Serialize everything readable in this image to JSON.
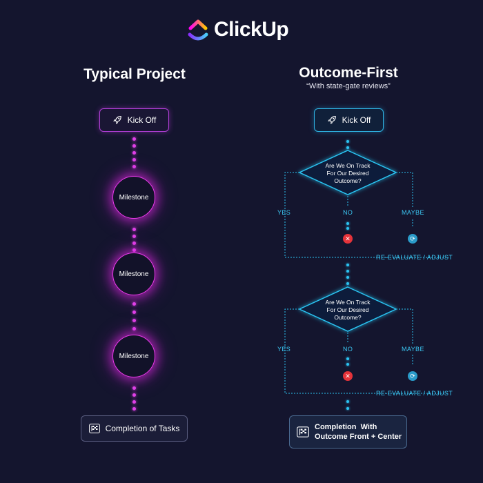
{
  "brand": {
    "name": "ClickUp"
  },
  "left": {
    "title": "Typical Project",
    "kickoff": "Kick Off",
    "milestones": [
      "Milestone",
      "Milestone",
      "Milestone"
    ],
    "end": "Completion of Tasks"
  },
  "right": {
    "title": "Outcome-First",
    "subtitle": "“With state-gate reviews”",
    "kickoff": "Kick Off",
    "gates": [
      {
        "question_lines": [
          "Are We On Track",
          "For Our Desired",
          "Outcome?"
        ],
        "yes": "YES",
        "no": "NO",
        "maybe": "MAYBE",
        "loop": "RE-EVALUATE / ADJUST"
      },
      {
        "question_lines": [
          "Are We On Track",
          "For Our Desired",
          "Outcome?"
        ],
        "yes": "YES",
        "no": "NO",
        "maybe": "MAYBE",
        "loop": "RE-EVALUATE / ADJUST"
      }
    ],
    "end_lines": [
      "Completion  With",
      "Outcome Front + Center"
    ]
  },
  "colors": {
    "background": "#14152e",
    "pink": "#e040e8",
    "blue": "#2bc4f3",
    "red": "#e5333a"
  }
}
